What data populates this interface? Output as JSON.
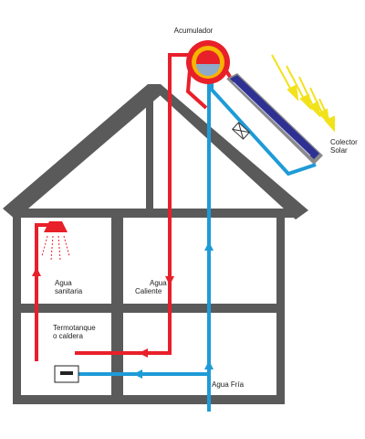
{
  "labels": {
    "accumulator": "Acumulador",
    "collector_line1": "Colector",
    "collector_line2": "Solar",
    "sanitary_line1": "Agua",
    "sanitary_line2": "sanitaria",
    "hot_line1": "Agua",
    "hot_line2": "Caliente",
    "heater_line1": "Termotanque",
    "heater_line2": "o caldera",
    "cold": "Agua Fría"
  },
  "colors": {
    "hot_water": "#e8202a",
    "cold_water": "#1e9bd7",
    "house": "#5a5a5a",
    "sun_rays": "#f2e21a",
    "collector_panel": "#2e3192",
    "accumulator_ring": "#f7b500"
  },
  "icons": [
    "shower-icon",
    "valve-icon",
    "heater-icon",
    "sun-rays-icon",
    "flow-arrow-icon"
  ]
}
